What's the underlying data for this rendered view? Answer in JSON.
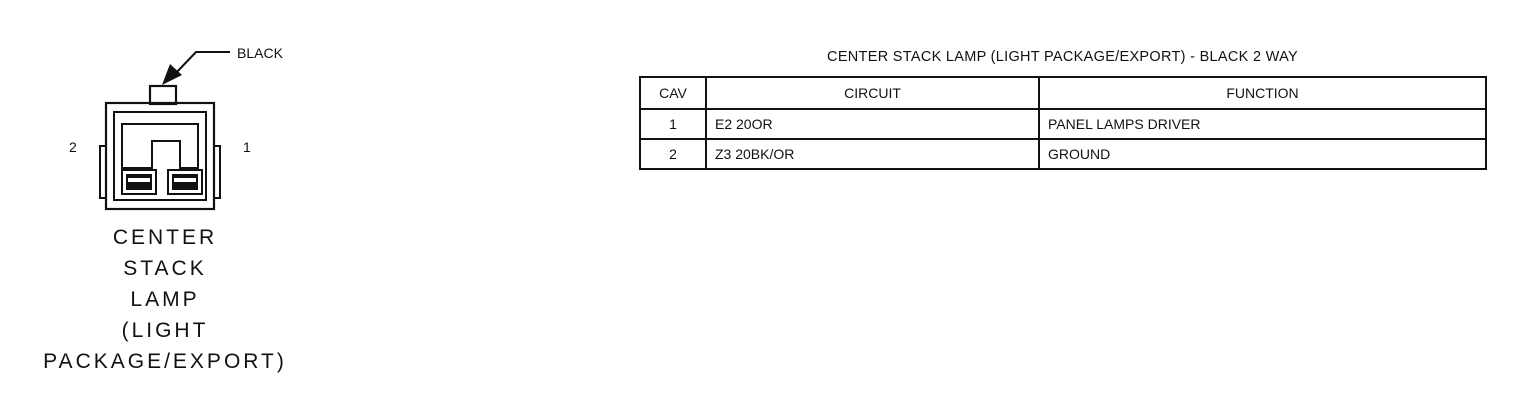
{
  "connector": {
    "color_callout": "BLACK",
    "pin_left": "2",
    "pin_right": "1",
    "caption_lines": [
      "CENTER",
      "STACK",
      "LAMP",
      "(LIGHT",
      "PACKAGE/EXPORT)"
    ]
  },
  "table": {
    "title": "CENTER STACK LAMP (LIGHT PACKAGE/EXPORT) - BLACK 2 WAY",
    "headers": {
      "cav": "CAV",
      "circuit": "CIRCUIT",
      "function": "FUNCTION"
    },
    "rows": [
      {
        "cav": "1",
        "circuit": "E2 20OR",
        "function": "PANEL LAMPS DRIVER"
      },
      {
        "cav": "2",
        "circuit": "Z3 20BK/OR",
        "function": "GROUND"
      }
    ]
  }
}
